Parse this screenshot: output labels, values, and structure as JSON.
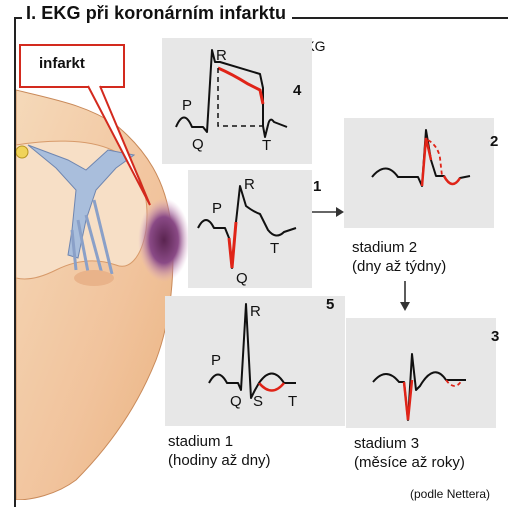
{
  "title": "I. EKG při koronárním infarktu",
  "callout": {
    "label": "infarkt"
  },
  "ekg_header": "EKG",
  "panels": {
    "p4": {
      "number": "4",
      "P": "P",
      "Q": "Q",
      "R": "R",
      "T": "T"
    },
    "p1": {
      "number": "1",
      "P": "P",
      "Q": "Q",
      "R": "R",
      "T": "T"
    },
    "p5": {
      "number": "5",
      "P": "P",
      "Q": "Q",
      "R": "R",
      "S": "S",
      "T": "T"
    },
    "p2": {
      "number": "2"
    },
    "p3": {
      "number": "3"
    }
  },
  "captions": {
    "stage1_line1": "stadium 1",
    "stage1_line2": "(hodiny až dny)",
    "stage2_line1": "stadium 2",
    "stage2_line2": "(dny až týdny)",
    "stage3_line1": "stadium 3",
    "stage3_line2": "(měsíce až roky)"
  },
  "source": "(podle Nettera)",
  "colors": {
    "trace": "#111111",
    "highlight": "#e02418",
    "panel_bg": "#e7e7e7",
    "frame": "#222222",
    "infarct": "#7a3a6e",
    "heart": "#f2c9a4",
    "valve": "#9fb5d6"
  }
}
